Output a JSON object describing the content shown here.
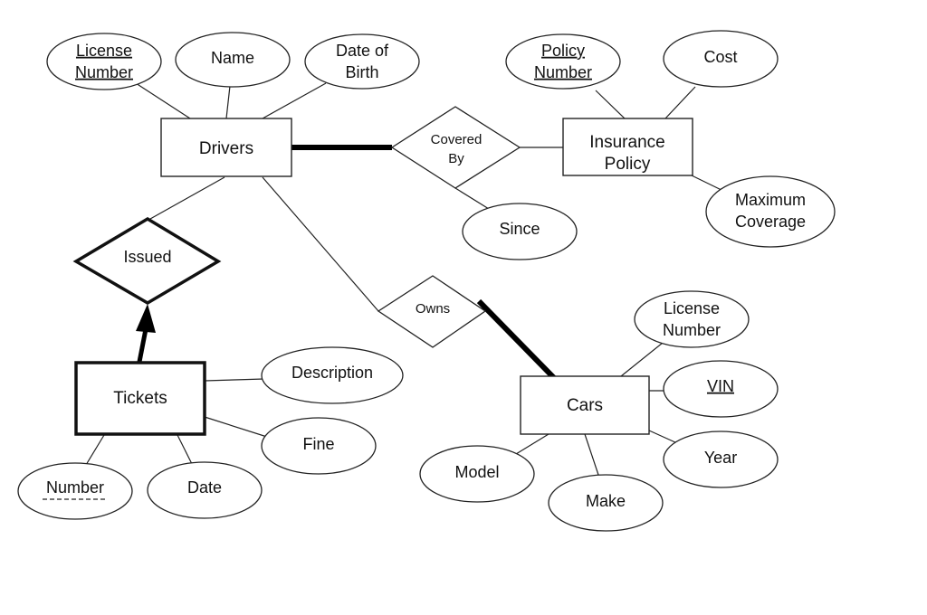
{
  "entities": {
    "drivers": "Drivers",
    "insurance_policy": [
      "Insurance",
      "Policy"
    ],
    "tickets": "Tickets",
    "cars": "Cars"
  },
  "relationships": {
    "covered_by": [
      "Covered",
      "By"
    ],
    "issued": "Issued",
    "owns": "Owns"
  },
  "attributes": {
    "driver_license_number": [
      "License",
      "Number"
    ],
    "driver_name": "Name",
    "driver_dob": [
      "Date of",
      "Birth"
    ],
    "policy_number": [
      "Policy",
      "Number"
    ],
    "policy_cost": "Cost",
    "policy_max_coverage": [
      "Maximum",
      "Coverage"
    ],
    "covered_since": "Since",
    "ticket_description": "Description",
    "ticket_fine": "Fine",
    "ticket_number": "Number",
    "ticket_date": "Date",
    "car_license_number": [
      "License",
      "Number"
    ],
    "car_vin": "VIN",
    "car_year": "Year",
    "car_model": "Model",
    "car_make": "Make"
  }
}
